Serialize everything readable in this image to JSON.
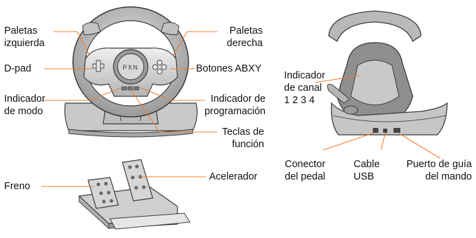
{
  "labels": {
    "left_paddle": [
      "Paletas",
      "izquierda"
    ],
    "right_paddle": [
      "Paletas",
      "derecha"
    ],
    "dpad": "D-pad",
    "abxy": "Botones ABXY",
    "mode_indicator": [
      "Indicador",
      "de modo"
    ],
    "program_indicator": [
      "Indicador de",
      "programación"
    ],
    "function_keys": [
      "Teclas de",
      "función"
    ],
    "brake": "Freno",
    "accelerator": "Acelerador",
    "channel_indicator": [
      "Indicador",
      "de canal"
    ],
    "channel_numbers": "1 2 3 4",
    "pedal_connector": [
      "Conector",
      "del pedal"
    ],
    "usb_cable": [
      "Cable",
      "USB"
    ],
    "controller_port": [
      "Puerto de guía",
      "del mando"
    ]
  },
  "logo_text": "PXN",
  "colors": {
    "leader_line": "#f07c2a",
    "outline": "#3a3a3a",
    "body_gray": "#cfcfcf",
    "dark_gray": "#8d8d8d"
  }
}
